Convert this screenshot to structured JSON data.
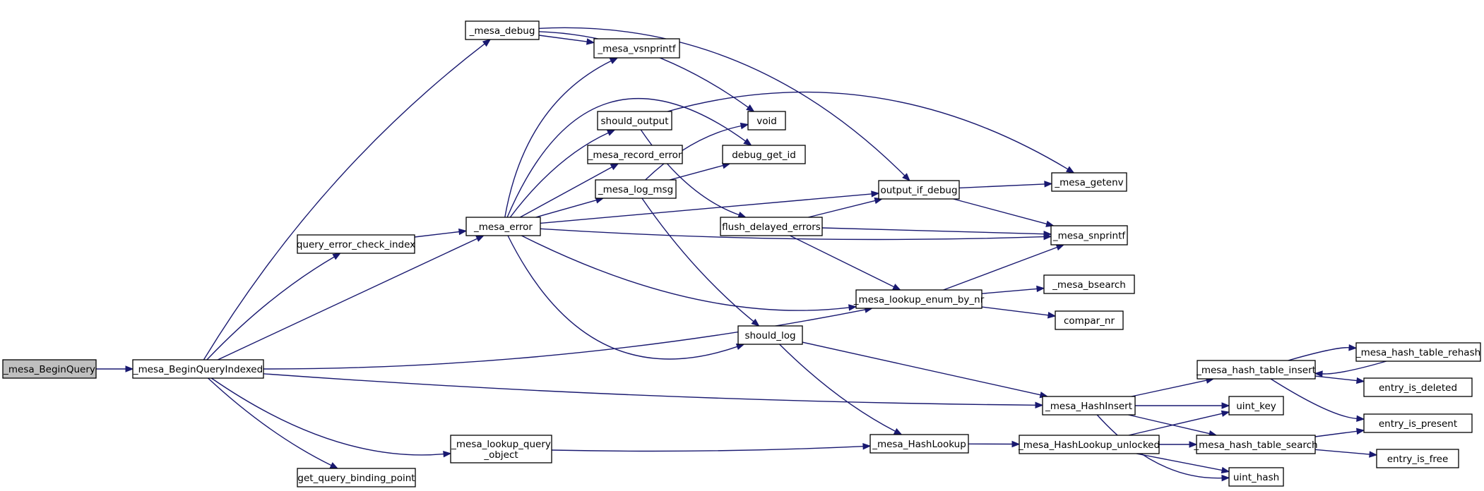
{
  "diagram": {
    "type": "call-graph",
    "root": "n_begin_query",
    "nodes": [
      {
        "id": "n_begin_query",
        "label": "_mesa_BeginQuery",
        "root": true
      },
      {
        "id": "n_begin_query_indexed",
        "label": "_mesa_BeginQueryIndexed"
      },
      {
        "id": "n_debug",
        "label": "_mesa_debug"
      },
      {
        "id": "n_vsnprintf",
        "label": "_mesa_vsnprintf"
      },
      {
        "id": "n_should_output",
        "label": "should_output"
      },
      {
        "id": "n_void",
        "label": "void"
      },
      {
        "id": "n_record_error",
        "label": "_mesa_record_error"
      },
      {
        "id": "n_debug_get_id",
        "label": "debug_get_id"
      },
      {
        "id": "n_log_msg",
        "label": "_mesa_log_msg"
      },
      {
        "id": "n_output_if_debug",
        "label": "output_if_debug"
      },
      {
        "id": "n_getenv",
        "label": "_mesa_getenv"
      },
      {
        "id": "n_error",
        "label": "_mesa_error"
      },
      {
        "id": "n_flush_delayed_errors",
        "label": "flush_delayed_errors"
      },
      {
        "id": "n_snprintf",
        "label": "_mesa_snprintf"
      },
      {
        "id": "n_query_error_check_index",
        "label": "query_error_check_index"
      },
      {
        "id": "n_bsearch",
        "label": "_mesa_bsearch"
      },
      {
        "id": "n_lookup_enum_by_nr",
        "label": "_mesa_lookup_enum_by_nr"
      },
      {
        "id": "n_compar_nr",
        "label": "compar_nr"
      },
      {
        "id": "n_should_log",
        "label": "should_log"
      },
      {
        "id": "n_hash_table_rehash",
        "label": "_mesa_hash_table_rehash"
      },
      {
        "id": "n_hash_table_insert",
        "label": "_mesa_hash_table_insert"
      },
      {
        "id": "n_entry_is_deleted",
        "label": "entry_is_deleted"
      },
      {
        "id": "n_hash_insert",
        "label": "_mesa_HashInsert"
      },
      {
        "id": "n_entry_is_present",
        "label": "entry_is_present"
      },
      {
        "id": "n_uint_key",
        "label": "uint_key"
      },
      {
        "id": "n_lookup_query_object",
        "label": "_mesa_lookup_query\n_object"
      },
      {
        "id": "n_hash_lookup",
        "label": "_mesa_HashLookup"
      },
      {
        "id": "n_hash_lookup_unlocked",
        "label": "_mesa_HashLookup_unlocked"
      },
      {
        "id": "n_hash_table_search",
        "label": "_mesa_hash_table_search"
      },
      {
        "id": "n_entry_is_free",
        "label": "entry_is_free"
      },
      {
        "id": "n_get_query_binding_point",
        "label": "get_query_binding_point"
      },
      {
        "id": "n_uint_hash",
        "label": "uint_hash"
      }
    ],
    "edges": [
      {
        "from": "n_begin_query",
        "to": "n_begin_query_indexed"
      },
      {
        "from": "n_begin_query_indexed",
        "to": "n_debug"
      },
      {
        "from": "n_begin_query_indexed",
        "to": "n_query_error_check_index"
      },
      {
        "from": "n_begin_query_indexed",
        "to": "n_error"
      },
      {
        "from": "n_begin_query_indexed",
        "to": "n_lookup_enum_by_nr"
      },
      {
        "from": "n_begin_query_indexed",
        "to": "n_hash_insert"
      },
      {
        "from": "n_begin_query_indexed",
        "to": "n_lookup_query_object"
      },
      {
        "from": "n_begin_query_indexed",
        "to": "n_get_query_binding_point"
      },
      {
        "from": "n_debug",
        "to": "n_vsnprintf"
      },
      {
        "from": "n_debug",
        "to": "n_void"
      },
      {
        "from": "n_debug",
        "to": "n_output_if_debug"
      },
      {
        "from": "n_query_error_check_index",
        "to": "n_error"
      },
      {
        "from": "n_error",
        "to": "n_vsnprintf"
      },
      {
        "from": "n_error",
        "to": "n_debug_get_id"
      },
      {
        "from": "n_error",
        "to": "n_should_output"
      },
      {
        "from": "n_error",
        "to": "n_record_error"
      },
      {
        "from": "n_error",
        "to": "n_log_msg"
      },
      {
        "from": "n_error",
        "to": "n_output_if_debug"
      },
      {
        "from": "n_error",
        "to": "n_snprintf"
      },
      {
        "from": "n_error",
        "to": "n_lookup_enum_by_nr"
      },
      {
        "from": "n_error",
        "to": "n_should_log"
      },
      {
        "from": "n_should_output",
        "to": "n_getenv"
      },
      {
        "from": "n_should_output",
        "to": "n_flush_delayed_errors"
      },
      {
        "from": "n_log_msg",
        "to": "n_void"
      },
      {
        "from": "n_log_msg",
        "to": "n_debug_get_id"
      },
      {
        "from": "n_log_msg",
        "to": "n_should_log"
      },
      {
        "from": "n_flush_delayed_errors",
        "to": "n_output_if_debug"
      },
      {
        "from": "n_flush_delayed_errors",
        "to": "n_snprintf"
      },
      {
        "from": "n_flush_delayed_errors",
        "to": "n_lookup_enum_by_nr"
      },
      {
        "from": "n_output_if_debug",
        "to": "n_getenv"
      },
      {
        "from": "n_output_if_debug",
        "to": "n_snprintf"
      },
      {
        "from": "n_lookup_enum_by_nr",
        "to": "n_snprintf"
      },
      {
        "from": "n_lookup_enum_by_nr",
        "to": "n_bsearch"
      },
      {
        "from": "n_lookup_enum_by_nr",
        "to": "n_compar_nr"
      },
      {
        "from": "n_should_log",
        "to": "n_hash_insert"
      },
      {
        "from": "n_should_log",
        "to": "n_hash_lookup"
      },
      {
        "from": "n_lookup_query_object",
        "to": "n_hash_lookup"
      },
      {
        "from": "n_hash_lookup",
        "to": "n_hash_lookup_unlocked"
      },
      {
        "from": "n_hash_lookup_unlocked",
        "to": "n_uint_key"
      },
      {
        "from": "n_hash_lookup_unlocked",
        "to": "n_hash_table_search"
      },
      {
        "from": "n_hash_lookup_unlocked",
        "to": "n_uint_hash"
      },
      {
        "from": "n_hash_insert",
        "to": "n_hash_table_insert"
      },
      {
        "from": "n_hash_insert",
        "to": "n_uint_key"
      },
      {
        "from": "n_hash_insert",
        "to": "n_hash_table_search"
      },
      {
        "from": "n_hash_insert",
        "to": "n_uint_hash"
      },
      {
        "from": "n_hash_table_insert",
        "to": "n_hash_table_rehash"
      },
      {
        "from": "n_hash_table_insert",
        "to": "n_entry_is_deleted"
      },
      {
        "from": "n_hash_table_insert",
        "to": "n_entry_is_present"
      },
      {
        "from": "n_hash_table_rehash",
        "to": "n_hash_table_insert"
      },
      {
        "from": "n_hash_table_search",
        "to": "n_entry_is_present"
      },
      {
        "from": "n_hash_table_search",
        "to": "n_entry_is_free"
      }
    ],
    "colors": {
      "edge": "#191970",
      "node_border": "#000000",
      "node_fill": "#ffffff",
      "root_fill": "#bfbfbf"
    }
  }
}
